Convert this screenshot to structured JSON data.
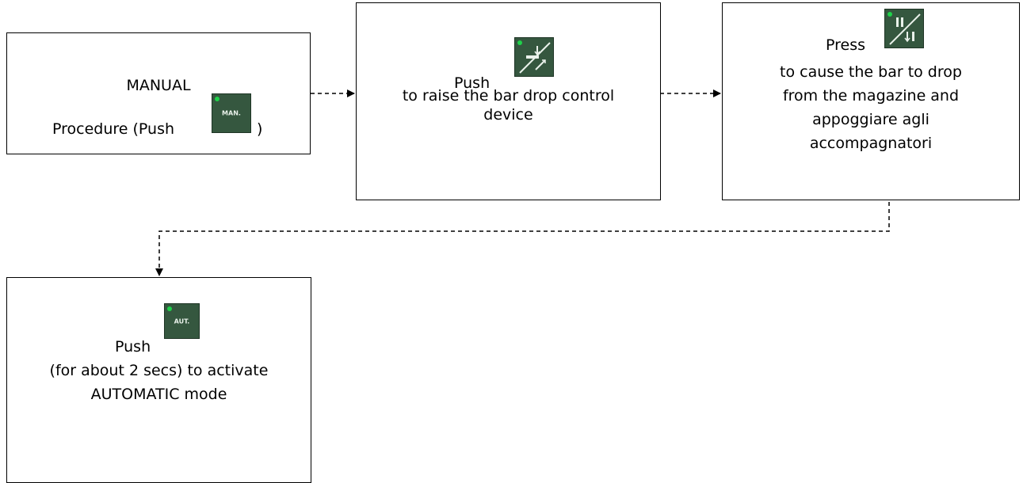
{
  "steps": [
    {
      "title": "MANUAL",
      "line1": "Procedure (Push",
      "line1_after": ")",
      "button": {
        "label": "MAN.",
        "icon": "man-button-icon"
      }
    },
    {
      "line1": "Push",
      "line2": "to raise the bar drop control",
      "line3": "device",
      "button": {
        "icon": "bar-drop-raise-icon"
      }
    },
    {
      "line1": "Press",
      "line2": "to cause the bar to drop",
      "line3": "from the magazine and",
      "line4": "appoggiare agli",
      "line5": "accompagnatori",
      "button": {
        "icon": "bar-drop-magazine-icon"
      }
    },
    {
      "line1": "Push",
      "line2": "(for about 2 secs) to activate",
      "line3": "AUTOMATIC mode",
      "button": {
        "label": "AUT.",
        "icon": "aut-button-icon"
      }
    }
  ],
  "colors": {
    "button_bg": "#35573f",
    "led": "#1fd24a",
    "stroke": "#000000"
  }
}
